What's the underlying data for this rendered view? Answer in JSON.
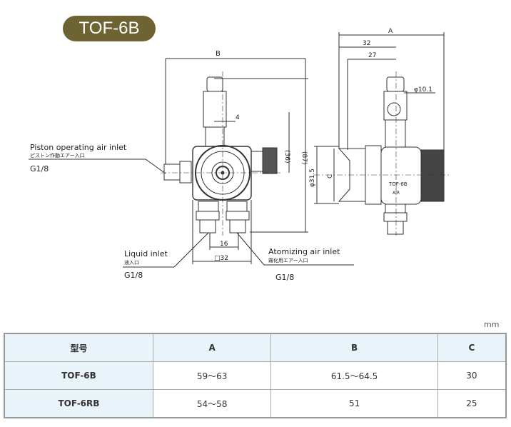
{
  "title": "TOF-6B",
  "drawing": {
    "labels": {
      "piston_en": "Piston operating air inlet",
      "piston_jp": "ピストン作動エアー入口",
      "piston_thread": "G1/8",
      "liquid_en": "Liquid inlet",
      "liquid_jp": "液入口",
      "liquid_thread": "G1/8",
      "atom_en": "Atomizing air inlet",
      "atom_jp": "霧化用エアー入口",
      "atom_thread": "G1/8",
      "dim_b": "B",
      "dim_4": "4",
      "dim_36": "(36)",
      "dim_87": "(87)",
      "dim_16": "16",
      "dim_32sq": "□32",
      "dim_a": "A",
      "dim_32": "32",
      "dim_27": "27",
      "dim_phi10": "φ10.1",
      "dim_phi315": "φ31.5",
      "dim_c": "C",
      "side_model": "TOF-6B",
      "side_air": "AIR"
    }
  },
  "table": {
    "unit": "mm",
    "headers": [
      "型号",
      "A",
      "B",
      "C"
    ],
    "rows": [
      {
        "model": "TOF-6B",
        "a": "59～63",
        "b": "61.5～64.5",
        "c": "30"
      },
      {
        "model": "TOF-6RB",
        "a": "54～58",
        "b": "51",
        "c": "25"
      }
    ]
  }
}
